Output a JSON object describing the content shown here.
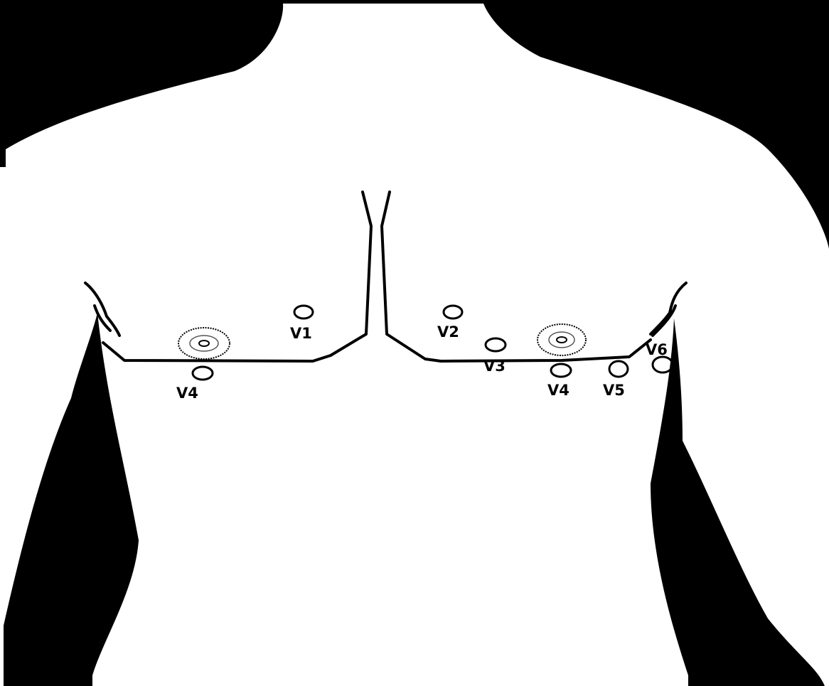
{
  "colors": {
    "background": "#000000",
    "body": "#ffffff",
    "line": "#000000"
  },
  "leads": {
    "v1": "V1",
    "v2": "V2",
    "v3": "V3",
    "v4_right": "V4",
    "v4_left": "V4",
    "v5": "V5",
    "v6": "V6"
  }
}
